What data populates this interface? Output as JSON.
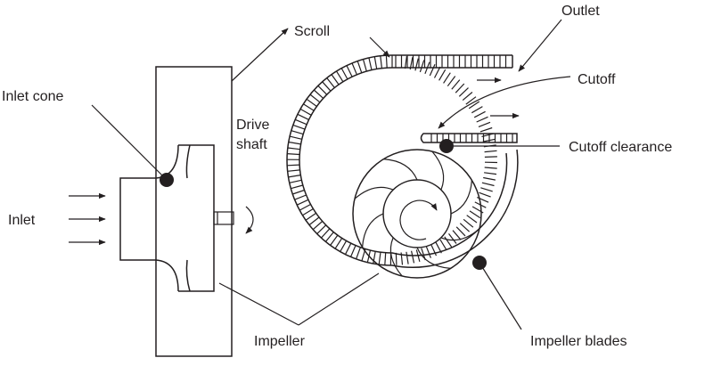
{
  "labels": {
    "scroll": "Scroll",
    "outlet": "Outlet",
    "cutoff": "Cutoff",
    "inlet_cone": "Inlet cone",
    "drive_shaft_line1": "Drive",
    "drive_shaft_line2": "shaft",
    "cutoff_clearance": "Cutoff clearance",
    "inlet": "Inlet",
    "impeller": "Impeller",
    "impeller_blades": "Impeller blades"
  },
  "colors": {
    "ink": "#231f20",
    "background": "#ffffff"
  },
  "icons": {
    "marker": "filled-circle-marker",
    "flow_arrow": "arrow-right-icon",
    "rotation_arrow": "curved-arrow-icon"
  }
}
